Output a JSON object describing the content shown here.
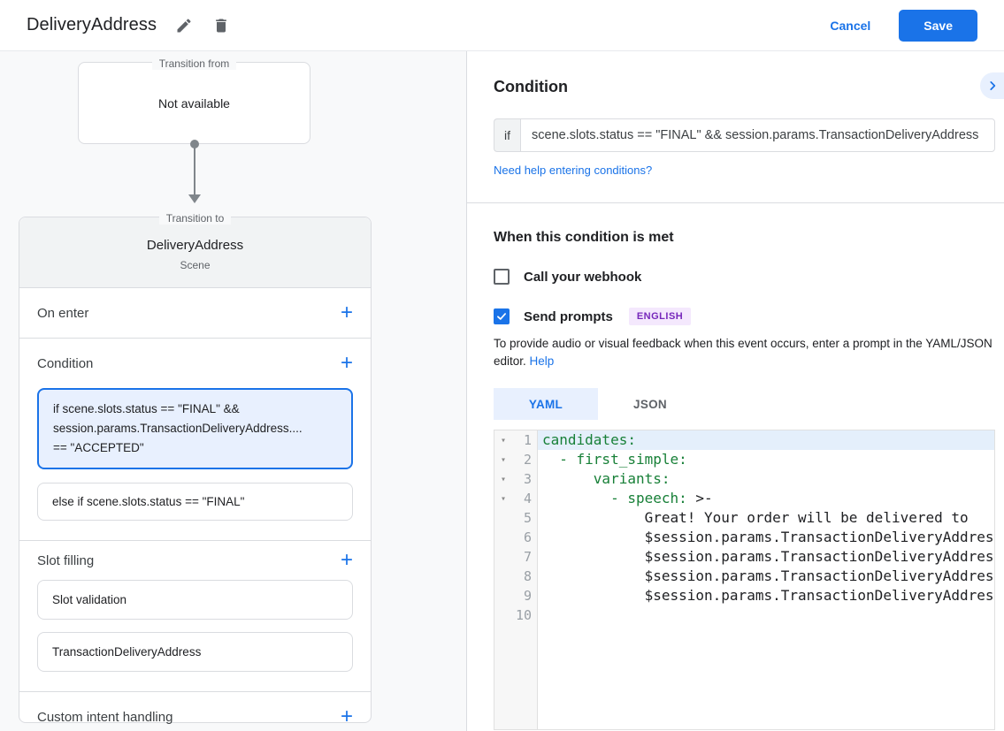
{
  "header": {
    "title": "DeliveryAddress",
    "cancel_label": "Cancel",
    "save_label": "Save"
  },
  "colors": {
    "accent_blue": "#1a73e8",
    "selected_bg": "#e8f0fe",
    "code_key_green": "#188038",
    "badge_purple": "#7627bb",
    "badge_bg": "#f4e8fd",
    "panel_bg": "#f8f9fa"
  },
  "flow": {
    "from_label": "Transition from",
    "from_value": "Not available",
    "to_label": "Transition to",
    "scene_name": "DeliveryAddress",
    "scene_type": "Scene",
    "on_enter_label": "On enter",
    "condition_label": "Condition",
    "condition_selected": "if scene.slots.status == \"FINAL\" &&\nsession.params.TransactionDeliveryAddress....\n== \"ACCEPTED\"",
    "condition_else": "else if scene.slots.status == \"FINAL\"",
    "slot_filling_label": "Slot filling",
    "slot_boxes": [
      "Slot validation",
      "TransactionDeliveryAddress"
    ],
    "custom_intent_label": "Custom intent handling"
  },
  "panel": {
    "condition_heading": "Condition",
    "if_label": "if",
    "if_value": "scene.slots.status == \"FINAL\" && session.params.TransactionDeliveryAddress",
    "help_link": "Need help entering conditions?",
    "when_heading": "When this condition is met",
    "webhook_label": "Call your webhook",
    "prompts_label": "Send prompts",
    "language_badge": "ENGLISH",
    "feedback_text": "To provide audio or visual feedback when this event occurs, enter a prompt in the YAML/JSON editor. ",
    "feedback_help": "Help",
    "tabs": [
      {
        "label": "YAML",
        "active": true
      },
      {
        "label": "JSON",
        "active": false
      }
    ]
  },
  "editor": {
    "lines": [
      {
        "n": 1,
        "fold": true,
        "hl": true,
        "segs": [
          [
            "candidates:",
            "key"
          ]
        ]
      },
      {
        "n": 2,
        "fold": true,
        "segs": [
          [
            "  - first_simple:",
            "key"
          ]
        ]
      },
      {
        "n": 3,
        "fold": true,
        "segs": [
          [
            "      variants:",
            "key"
          ]
        ]
      },
      {
        "n": 4,
        "fold": true,
        "segs": [
          [
            "        - speech:",
            "key"
          ],
          [
            " >-",
            "plain"
          ]
        ]
      },
      {
        "n": 5,
        "segs": [
          [
            "            Great! Your order will be delivered to",
            "plain"
          ]
        ]
      },
      {
        "n": 6,
        "segs": [
          [
            "            $session.params.TransactionDeliveryAddress.",
            "plain"
          ]
        ]
      },
      {
        "n": 7,
        "segs": [
          [
            "            $session.params.TransactionDeliveryAddress.",
            "plain"
          ]
        ]
      },
      {
        "n": 8,
        "segs": [
          [
            "            $session.params.TransactionDeliveryAddress.",
            "plain"
          ]
        ]
      },
      {
        "n": 9,
        "segs": [
          [
            "            $session.params.TransactionDeliveryAddress.",
            "plain"
          ]
        ]
      },
      {
        "n": 10,
        "segs": []
      }
    ]
  }
}
